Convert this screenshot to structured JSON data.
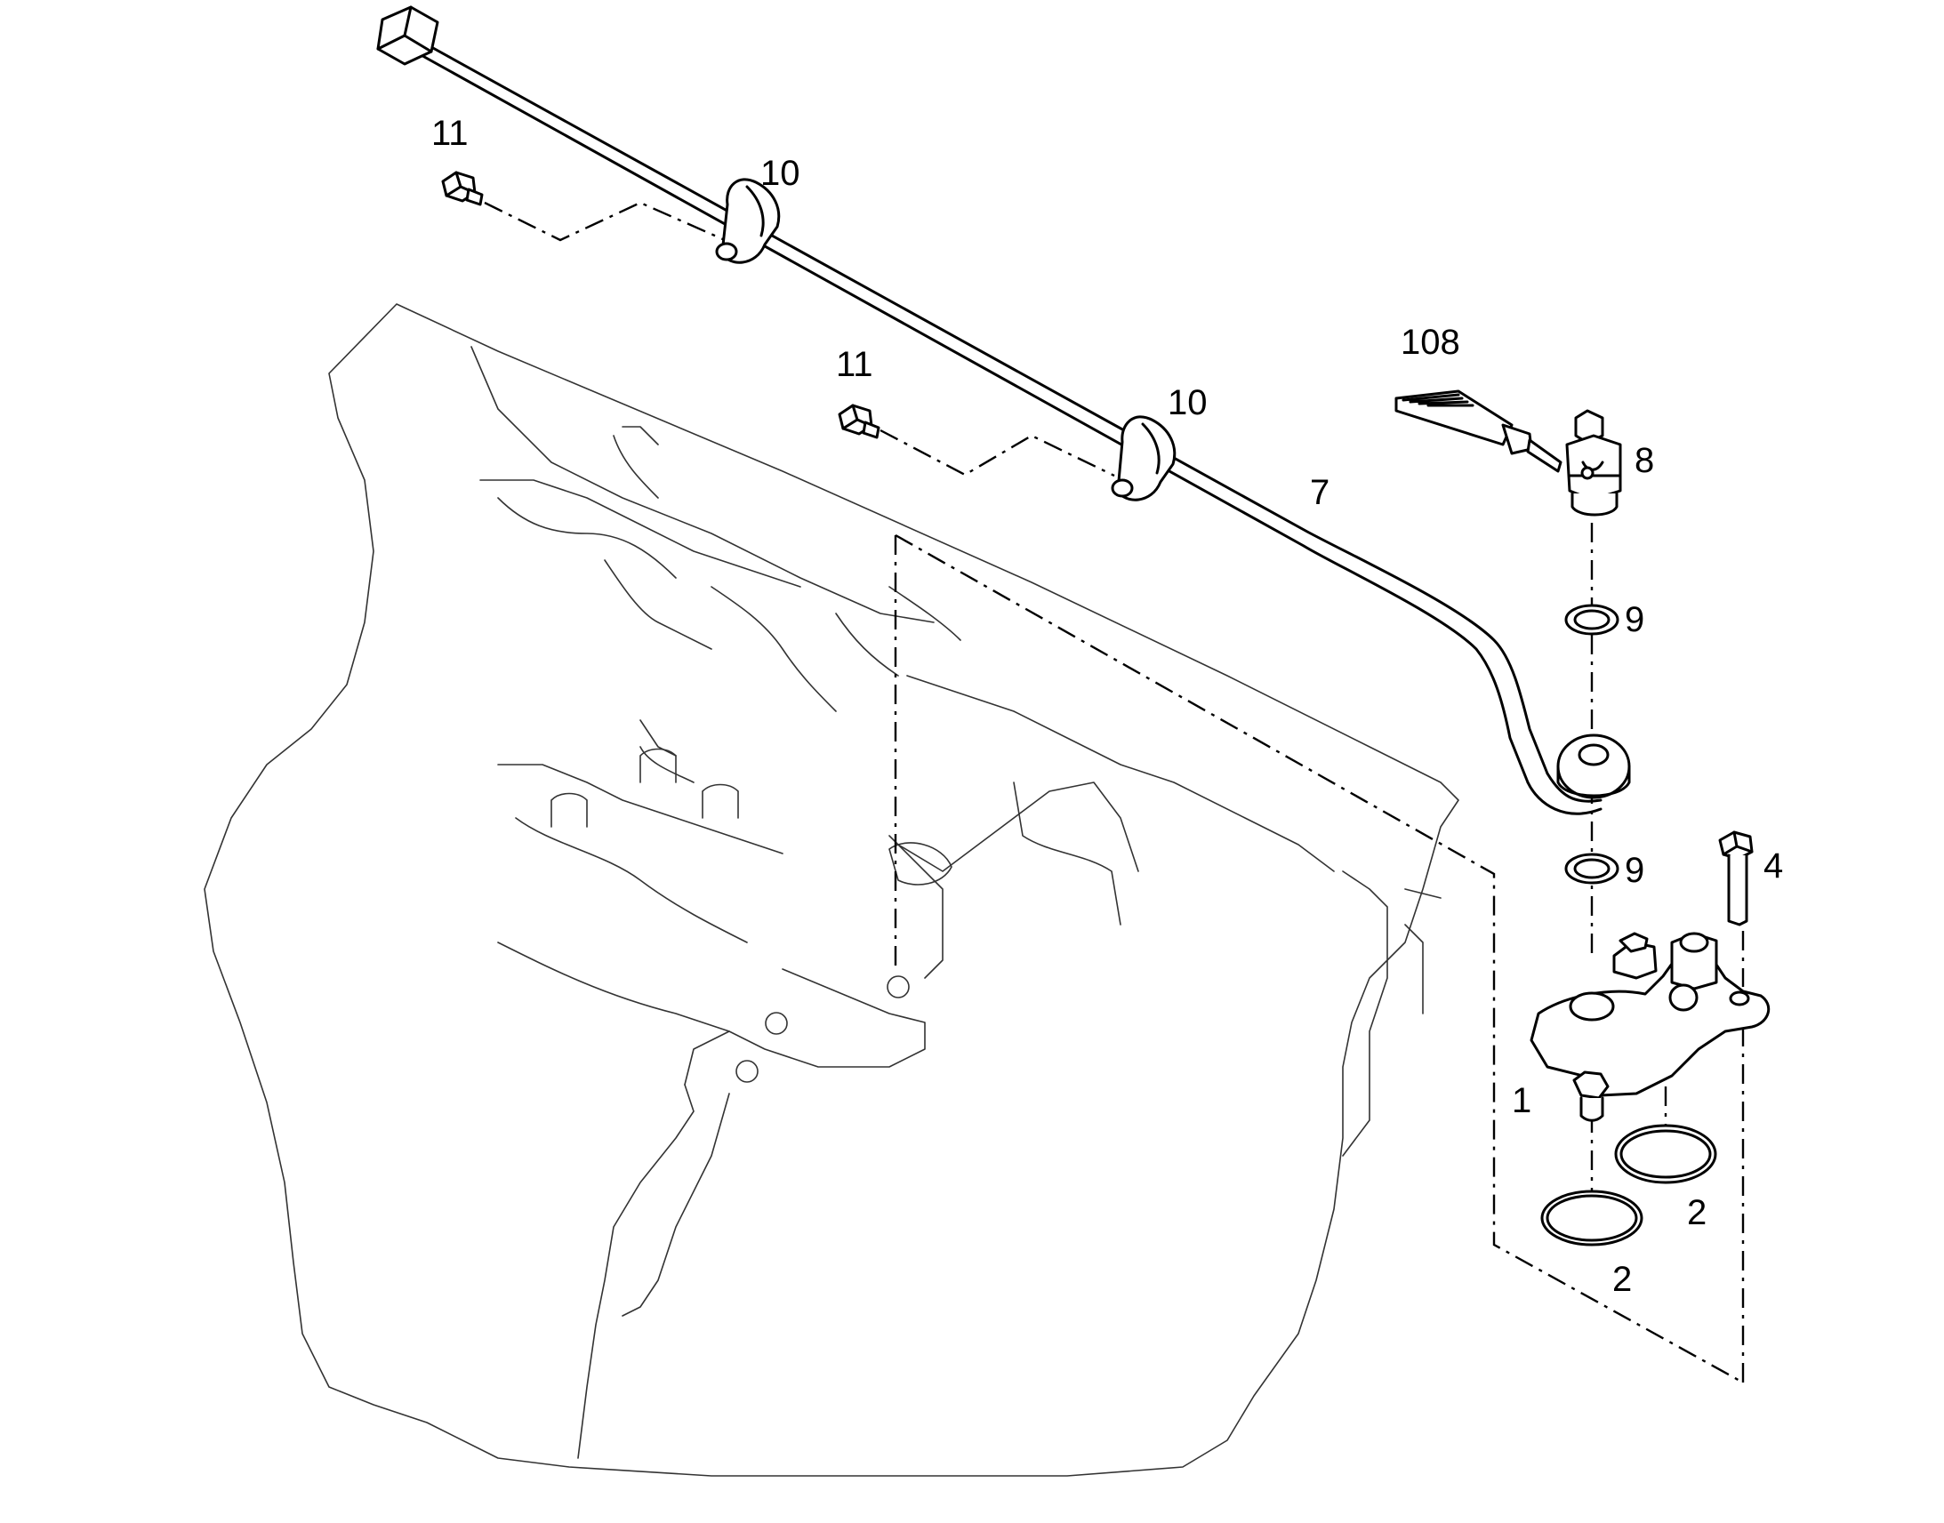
{
  "callouts": [
    {
      "id": "c11a",
      "label": "11"
    },
    {
      "id": "c10a",
      "label": "10"
    },
    {
      "id": "c11b",
      "label": "11"
    },
    {
      "id": "c10b",
      "label": "10"
    },
    {
      "id": "c108",
      "label": "108"
    },
    {
      "id": "c8",
      "label": "8"
    },
    {
      "id": "c7",
      "label": "7"
    },
    {
      "id": "c9a",
      "label": "9"
    },
    {
      "id": "c9b",
      "label": "9"
    },
    {
      "id": "c4",
      "label": "4"
    },
    {
      "id": "c1",
      "label": "1"
    },
    {
      "id": "c2a",
      "label": "2"
    },
    {
      "id": "c2b",
      "label": "2"
    }
  ]
}
